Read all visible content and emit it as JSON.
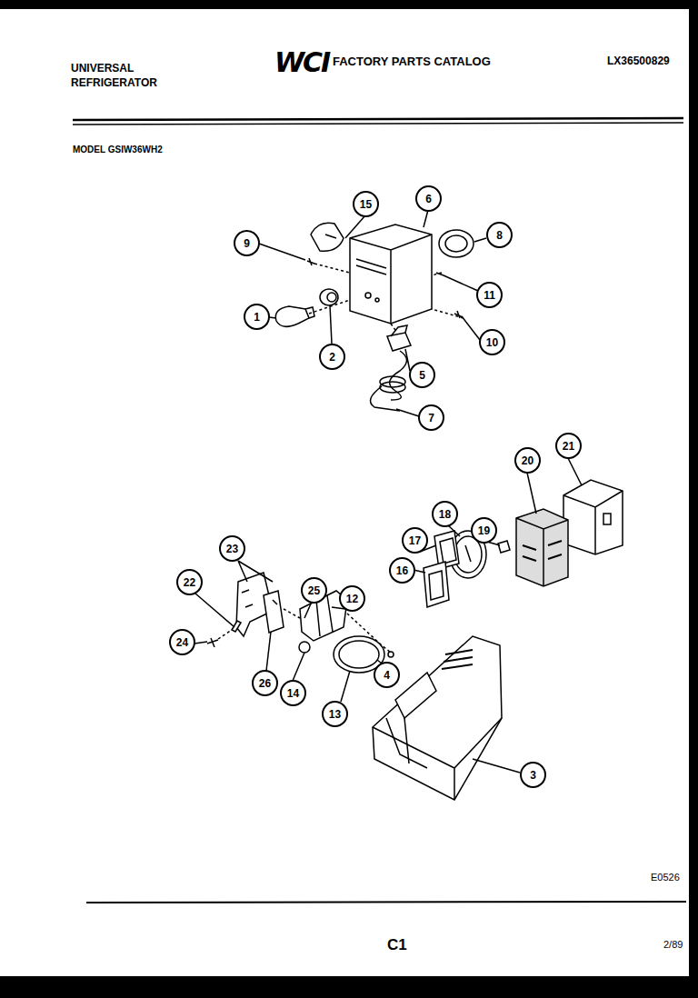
{
  "diagram": {
    "title": "FACTORY PARTS CATALOG",
    "nodes": [
      {
        "text": [
          "6"
        ]
      },
      {
        "text": [
          "15"
        ]
      },
      {
        "text": [
          "8"
        ]
      },
      {
        "text": [
          "9"
        ]
      },
      {
        "text": [
          "11"
        ]
      },
      {
        "text": [
          "1"
        ]
      },
      {
        "text": [
          "10"
        ]
      },
      {
        "text": [
          "2"
        ]
      },
      {
        "text": [
          "5"
        ]
      },
      {
        "text": [
          "7"
        ]
      },
      {
        "text": [
          "21"
        ]
      },
      {
        "text": [
          "20"
        ]
      },
      {
        "text": [
          "18"
        ]
      },
      {
        "text": [
          "19"
        ]
      },
      {
        "text": [
          "17"
        ]
      },
      {
        "text": [
          "23"
        ]
      },
      {
        "text": [
          "16"
        ]
      },
      {
        "text": [
          "22"
        ]
      },
      {
        "text": [
          "25"
        ]
      },
      {
        "text": [
          "12"
        ]
      },
      {
        "text": [
          "24"
        ]
      },
      {
        "text": [
          "4"
        ]
      },
      {
        "text": [
          "26"
        ]
      },
      {
        "text": [
          "14"
        ]
      },
      {
        "text": [
          "13"
        ]
      },
      {
        "text": [
          "3"
        ]
      }
    ],
    "labels": [
      "UNIVERSAL REFRIGERATOR",
      "WCI",
      "LX36500829",
      "MODEL GSIW36WH2",
      "E0526",
      "C1",
      "2/89"
    ]
  }
}
